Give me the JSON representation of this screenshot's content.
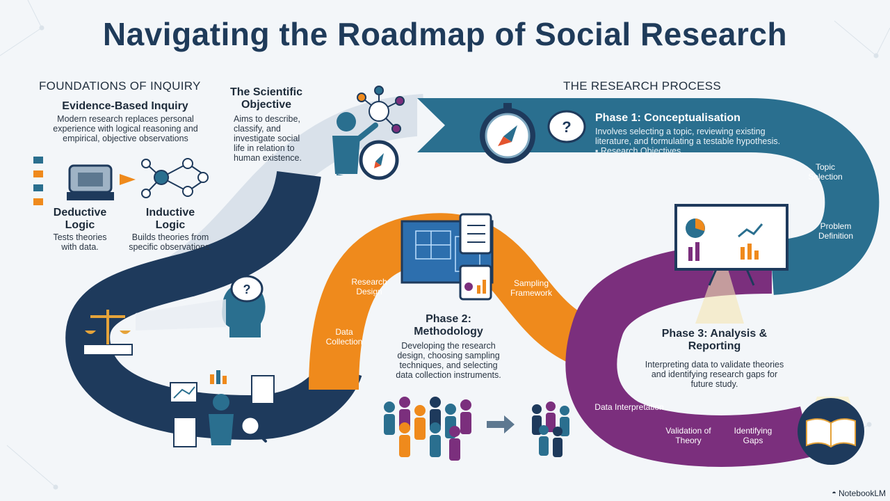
{
  "title": "Navigating the Roadmap of Social Research",
  "foundations": {
    "heading": "FOUNDATIONS OF INQUIRY",
    "evidence_title": "Evidence-Based Inquiry",
    "evidence_text": "Modern research replaces personal experience with logical reasoning and empirical, objective observations",
    "deductive_title": "Deductive Logic",
    "deductive_text": "Tests theories with data.",
    "inductive_title": "Inductive Logic",
    "inductive_text": "Builds theories from specific observations."
  },
  "objective": {
    "title": "The Scientific Objective",
    "text": "Aims to describe, classify, and investigate social life in relation to human existence."
  },
  "process": {
    "heading": "THE RESEARCH PROCESS",
    "phase1": {
      "title": "Phase 1: Conceptualisation",
      "text": "Involves selecting a topic, reviewing existing literature, and formulating a testable hypothesis.",
      "bullet": "▪ Research Objectives",
      "band_topic": "Topic Selection",
      "band_problem": "Problem Definition"
    },
    "phase2": {
      "title": "Phase 2: Methodology",
      "text": "Developing the research design, choosing sampling techniques, and selecting data collection instruments.",
      "band_design": "Research Design",
      "band_sampling": "Sampling Framework",
      "band_collection": "Data Collection"
    },
    "phase3": {
      "title": "Phase 3: Analysis & Reporting",
      "text": "Interpreting data to validate theories and identifying research gaps for future study.",
      "band_interpretation": "Data Interpretation",
      "band_validation": "Validation of Theory",
      "band_gaps": "Identifying Gaps"
    }
  },
  "brand": "NotebookLM",
  "colors": {
    "navy": "#1e3a5c",
    "teal": "#2a6f8f",
    "orange": "#ef8a1c",
    "purple": "#7b2f7d",
    "light_road": "#d9e1ea"
  },
  "icons": [
    "question-bubble-icon",
    "compass-icon",
    "scales-icon",
    "blueprint-icon",
    "clipboard-icon",
    "presentation-board-icon",
    "open-book-icon",
    "people-group-icon",
    "person-pointing-icon",
    "network-icon",
    "data-processor-icon",
    "magnifier-icon"
  ]
}
